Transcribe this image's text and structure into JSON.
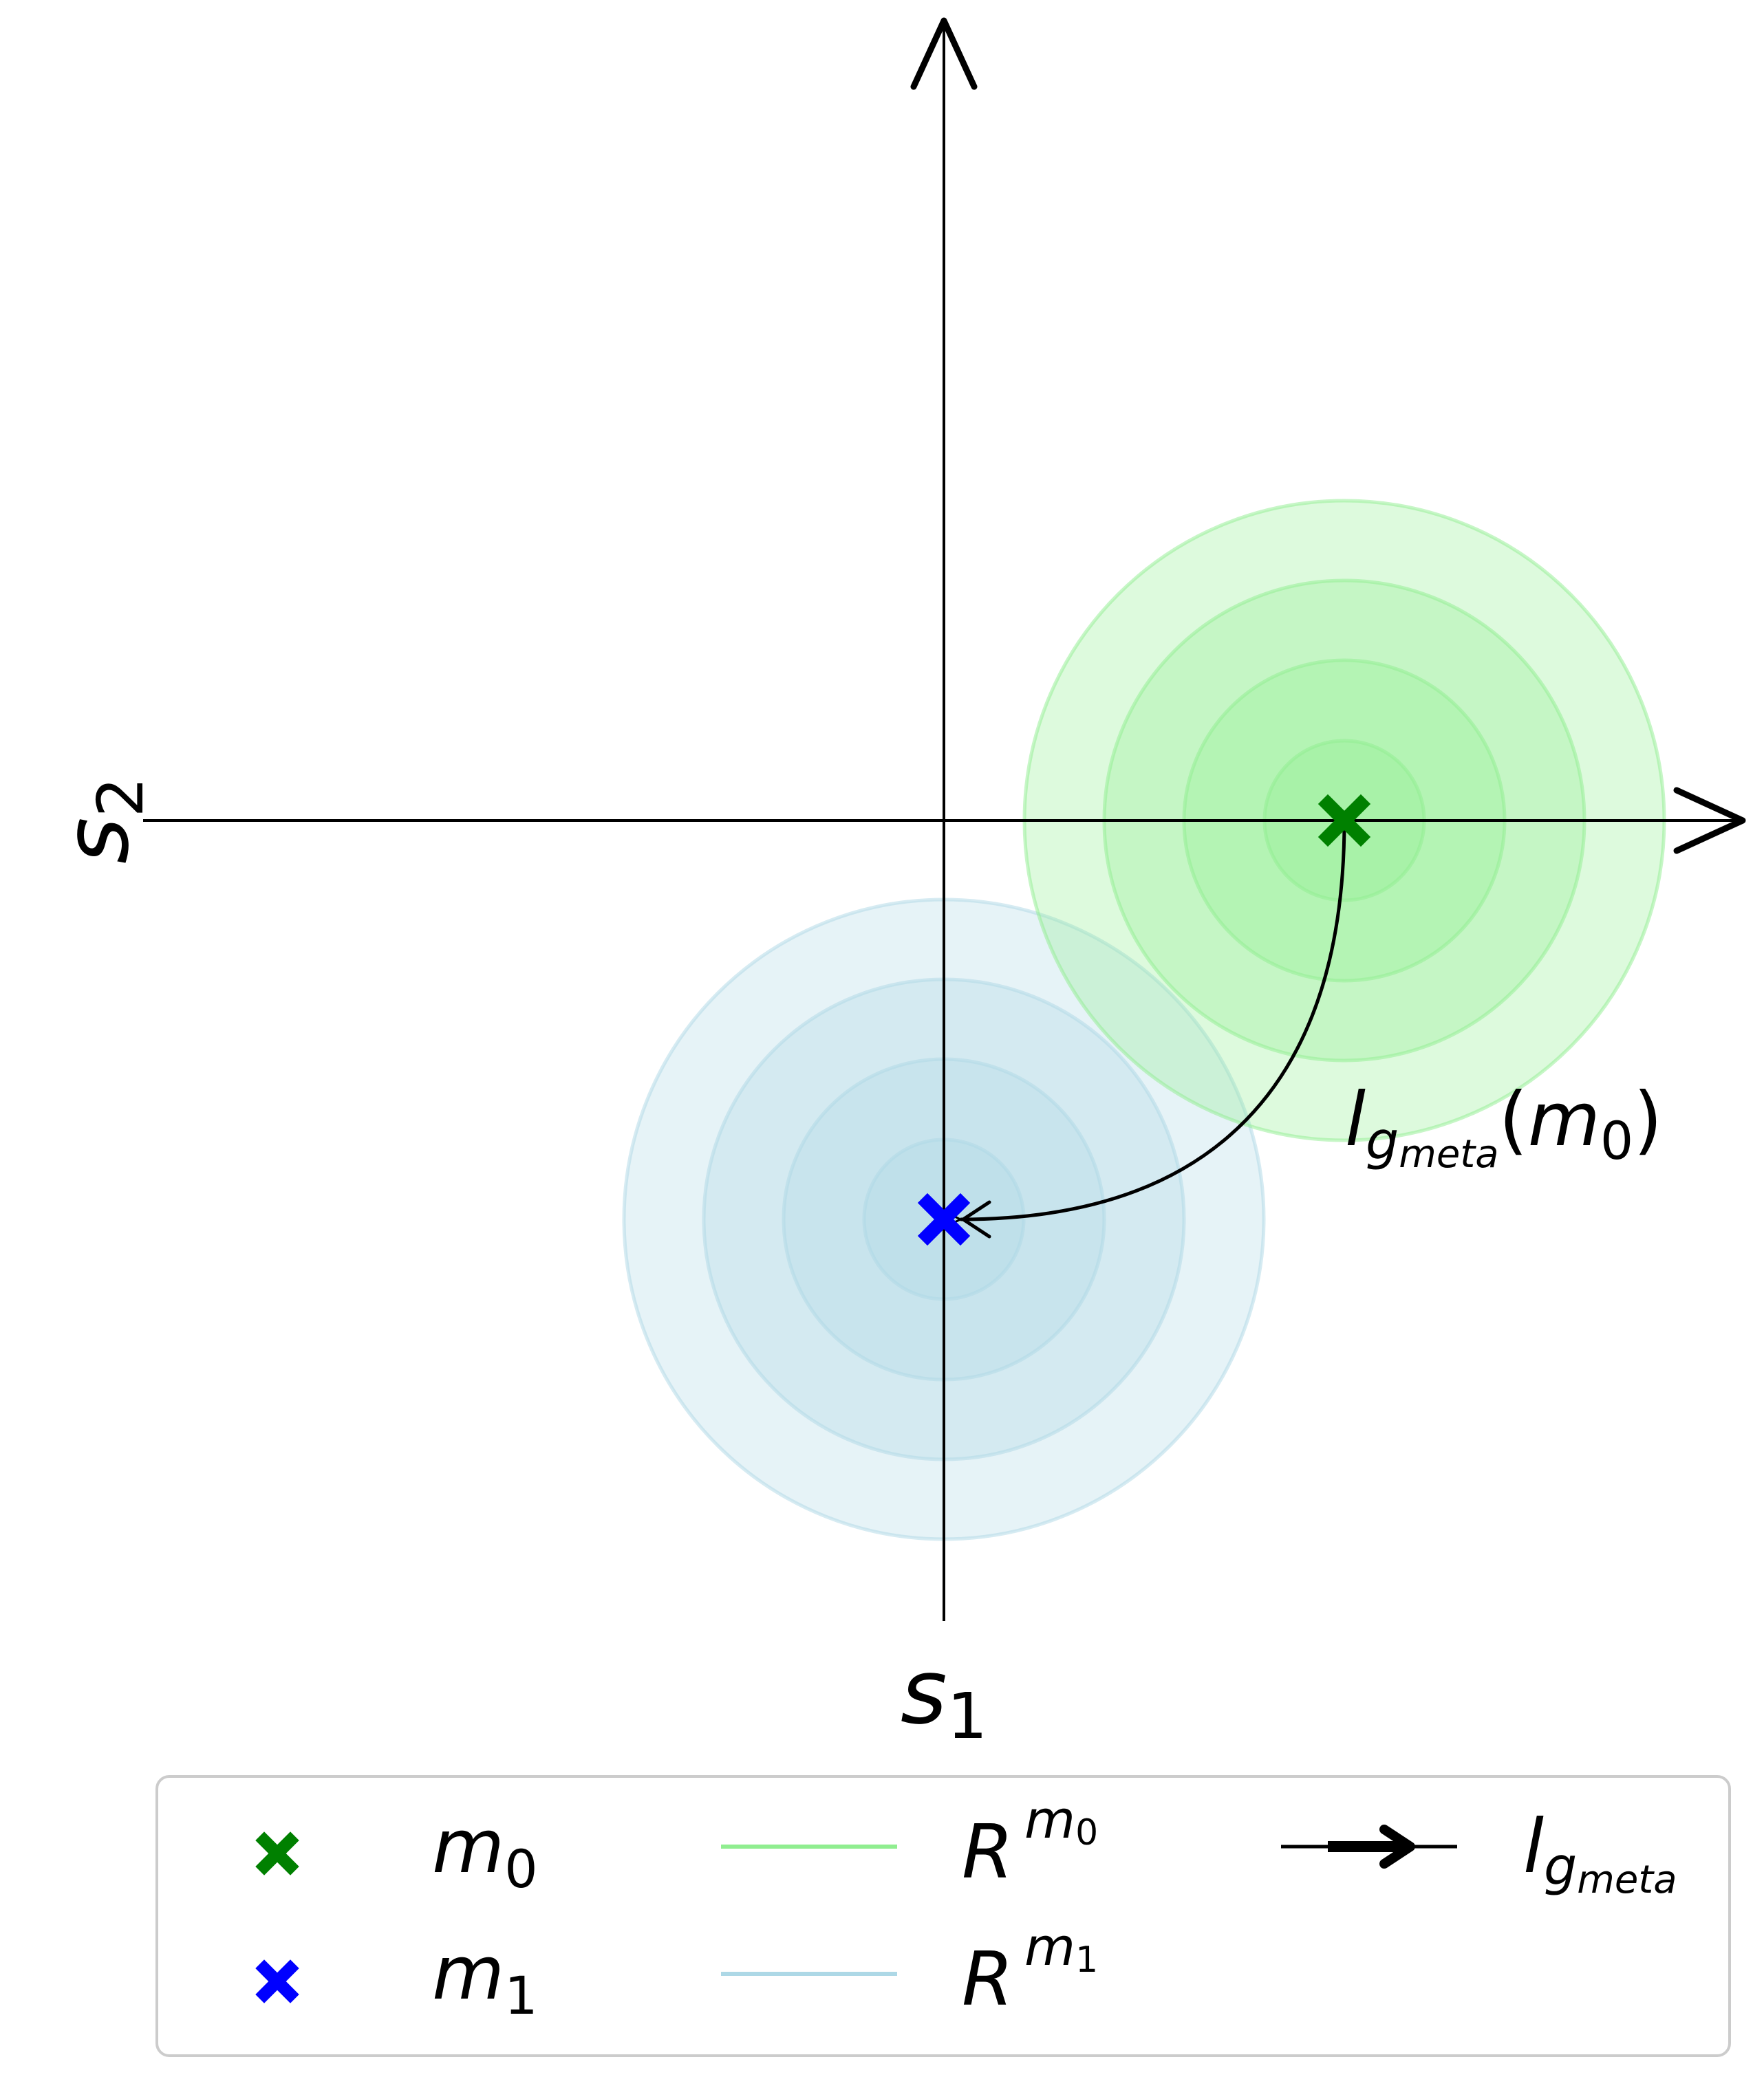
{
  "axes": {
    "x_label": "s",
    "x_label_sub": "1",
    "y_label": "s",
    "y_label_sub": "2"
  },
  "points": {
    "m0": {
      "symbol": "m",
      "sub": "0",
      "color": "#008000"
    },
    "m1": {
      "symbol": "m",
      "sub": "1",
      "color": "#0000ff"
    }
  },
  "regions": {
    "m0_color": "#90ee90",
    "m1_color": "#add8e6"
  },
  "annotation": {
    "func": "l",
    "func_sub": "g",
    "func_subsub": "meta",
    "open_paren": "(",
    "arg": "m",
    "arg_sub": "0",
    "close_paren": ")"
  },
  "legend": {
    "m0": {
      "symbol": "m",
      "sub": "0"
    },
    "m1": {
      "symbol": "m",
      "sub": "1"
    },
    "r_m0": {
      "symbol": "R",
      "sup": "m",
      "supsub": "0"
    },
    "r_m1": {
      "symbol": "R",
      "sup": "m",
      "supsub": "1"
    },
    "map": {
      "symbol": "l",
      "sub": "g",
      "subsub": "meta"
    }
  }
}
